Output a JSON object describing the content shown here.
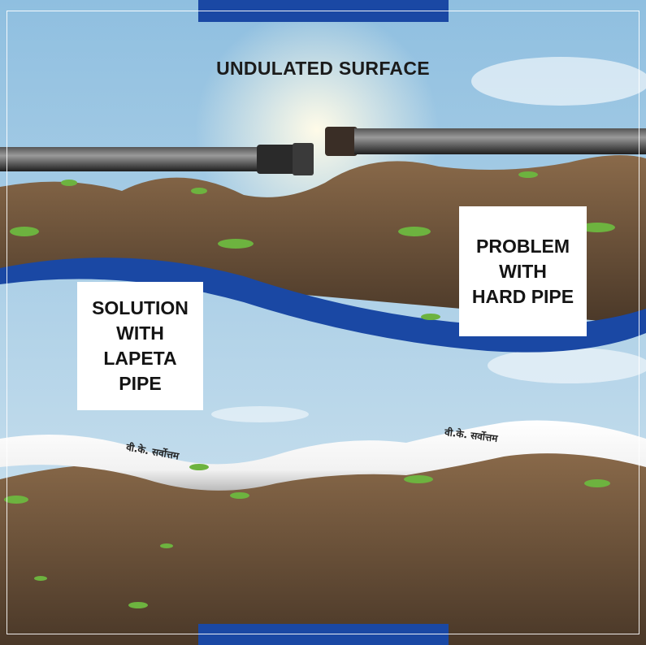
{
  "headline": "UNDULATED SURFACE",
  "problem_label": "PROBLEM\nWITH\nHARD PIPE",
  "solution_label": "SOLUTION\nWITH\nLAPETA\nPIPE",
  "pipe_brand": [
    "वी.के. सर्वोत्तम",
    "वी.के. सर्वोत्तम"
  ],
  "colors": {
    "accent_blue": "#1a48a4",
    "sky": "#a9cde6",
    "soil": "#6b5036"
  }
}
